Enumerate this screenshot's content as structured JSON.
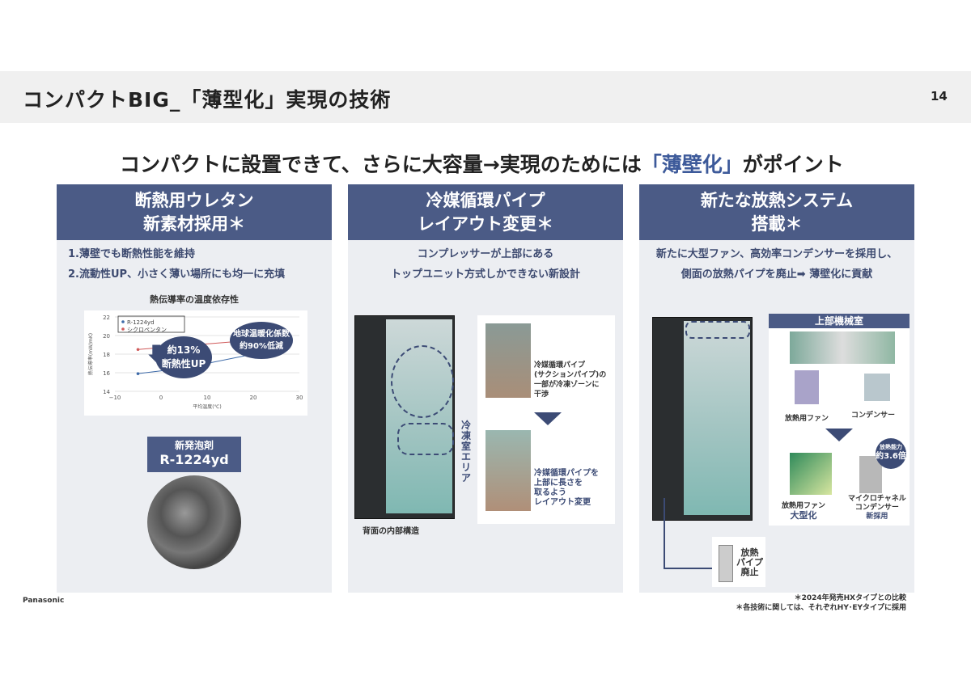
{
  "slide": {
    "title": "コンパクトBIG_「薄型化」実現の技術",
    "page_number": "14",
    "subtitle_main": "コンパクトに設置できて、さらに大容量→実現のためには",
    "subtitle_highlight": "「薄壁化」",
    "subtitle_end": "がポイント",
    "brand": "Panasonic",
    "footnotes": [
      "＊2024年発売HXタイプとの比較",
      "＊各技術に関しては、それぞれHY･EYタイプに採用"
    ]
  },
  "colors": {
    "navy": "#4b5b86",
    "highlight": "#3d5a9a",
    "panel_bg": "#eceef2"
  },
  "panel1": {
    "header": [
      "断熱用ウレタン",
      "新素材採用＊"
    ],
    "points": [
      "1.薄壁でも断熱性能を維持",
      "2.流動性UP、小さく薄い場所にも均一に充填"
    ],
    "chart_title": "熱伝導率の温度依存性",
    "bubble1": [
      "約13%",
      "断熱性UP"
    ],
    "bubble2": [
      "地球温暖化係数",
      "約90%低減"
    ],
    "foam_label": [
      "新発泡剤",
      "R-1224yd"
    ]
  },
  "chart_data": {
    "type": "line",
    "title": "熱伝導率の温度依存性",
    "xlabel": "平均温度(℃)",
    "ylabel": "熱伝導率(mW/mK)",
    "xlim": [
      -10,
      30
    ],
    "ylim": [
      14,
      22
    ],
    "xticks": [
      "−10",
      "0",
      "10",
      "20",
      "30"
    ],
    "yticks": [
      "14",
      "16",
      "18",
      "20",
      "22"
    ],
    "legend_position": "top-left",
    "series": [
      {
        "name": "R-1224yd",
        "color": "#3d6aa8",
        "x": [
          -5,
          5,
          24
        ],
        "y": [
          15.9,
          16.5,
          18.4
        ]
      },
      {
        "name": "シクロペンタン",
        "color": "#d05a5a",
        "x": [
          -5,
          5,
          20
        ],
        "y": [
          18.5,
          18.9,
          19.5
        ]
      }
    ]
  },
  "panel2": {
    "header": [
      "冷媒循環パイプ",
      "レイアウト変更＊"
    ],
    "points": [
      "コンプレッサーが上部にある",
      "トップユニット方式しかできない新設計"
    ],
    "note_before": [
      "冷媒循環パイプ",
      "(サクションパイプ)の",
      "一部が冷凍ゾーンに",
      "干渉"
    ],
    "note_after": [
      "冷媒循環パイプを",
      "上部に長さを",
      "取るよう",
      "レイアウト変更"
    ],
    "zone_label": "冷凍室エリア",
    "caption": "背面の内部構造"
  },
  "panel3": {
    "header": [
      "新たな放熱システム",
      "搭載＊"
    ],
    "points": [
      "新たに大型ファン、高効率コンデンサーを採用し、",
      "側面の放熱パイプを廃止➡ 薄壁化に貢献"
    ],
    "machine_room": "上部機械室",
    "fan": "放熱用ファン",
    "condenser": "コンデンサー",
    "fan_new": [
      "放熱用ファン",
      "大型化"
    ],
    "condenser_new": [
      "マイクロチャネル",
      "コンデンサー",
      "新採用"
    ],
    "badge": [
      "放熱能力",
      "約3.6倍"
    ],
    "pipe_removed": [
      "放熱",
      "パイプ",
      "廃止"
    ]
  }
}
